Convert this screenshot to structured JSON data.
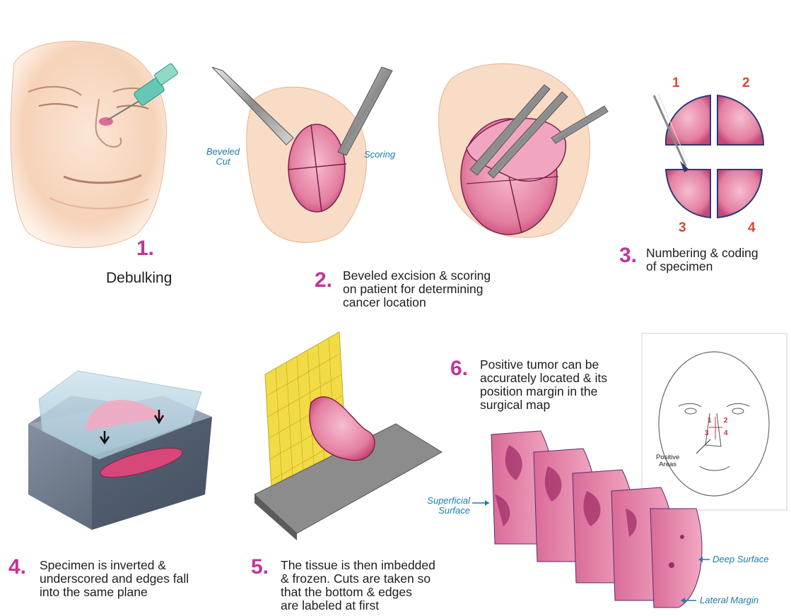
{
  "step1": {
    "number": "1.",
    "caption": "Debulking"
  },
  "step2": {
    "number": "2.",
    "caption_lines": [
      "Beveled excision & scoring",
      "on patient for determining",
      "cancer location"
    ],
    "label_beveled_cut": [
      "Beveled",
      "Cut"
    ],
    "label_scoring": "Scoring"
  },
  "step3": {
    "number": "3.",
    "caption_lines": [
      "Numbering & coding",
      "of specimen"
    ],
    "quadrant_labels": [
      "1",
      "2",
      "3",
      "4"
    ]
  },
  "step4": {
    "number": "4.",
    "caption_lines": [
      "Specimen is inverted &",
      "underscored and edges fall",
      "into the same plane"
    ]
  },
  "step5": {
    "number": "5.",
    "caption_lines": [
      "The tissue is then imbedded",
      "& frozen.  Cuts are taken so",
      "that the bottom & edges",
      "are labeled at first"
    ]
  },
  "step6": {
    "number": "6.",
    "caption_lines": [
      "Positive tumor can be",
      "accurately located & its",
      "position margin in the",
      "surgical map"
    ],
    "label_superficial": [
      "Superficial",
      "Surface"
    ],
    "label_deep": "Deep Surface",
    "label_lateral": "Lateral Margin",
    "map_numbers": [
      "1",
      "2",
      "3",
      "4"
    ],
    "map_label": [
      "Positive",
      "Areas"
    ]
  },
  "colors": {
    "accent_magenta": "#c2349a",
    "label_blue": "#1b7ca8",
    "quadrant_red": "#d9472e",
    "tissue_pink": "#e98aa8",
    "skin": "#f6d9c3"
  }
}
